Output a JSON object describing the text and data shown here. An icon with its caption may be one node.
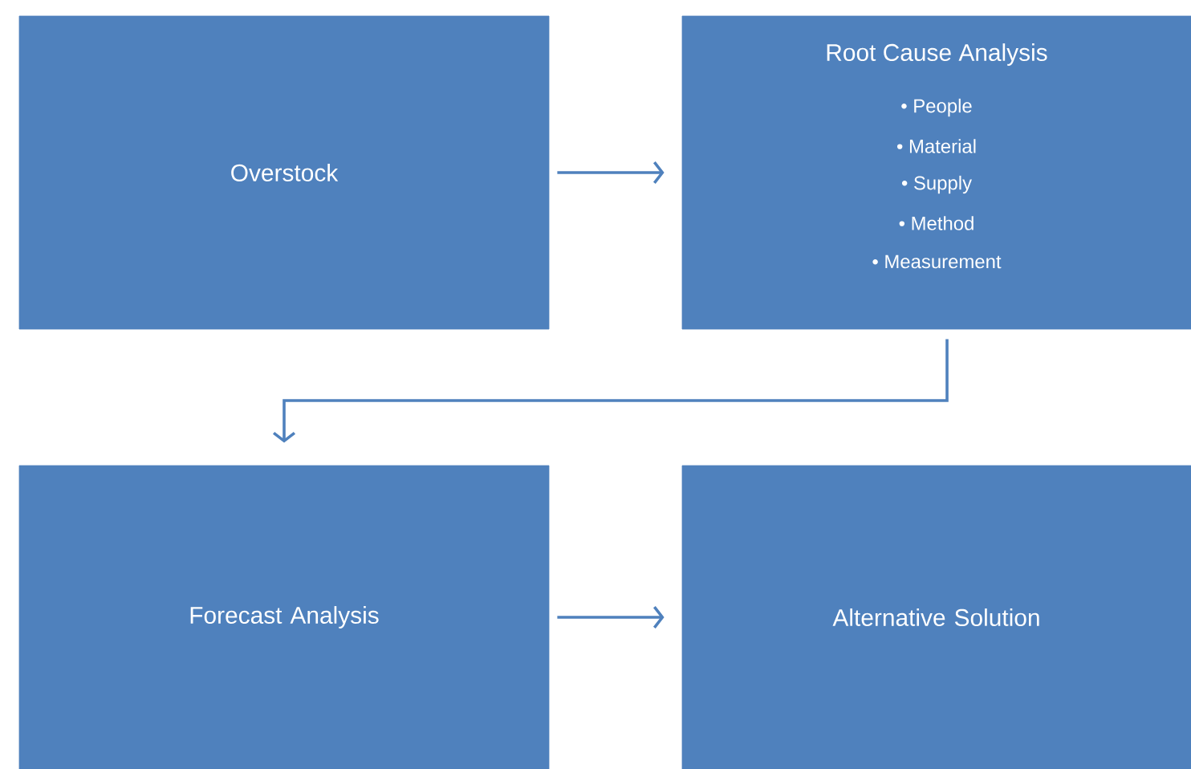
{
  "diagram": {
    "nodes": [
      {
        "text": [
          "Overstock"
        ]
      },
      {
        "text": [
          "Root Cause Analysis",
          "• People",
          "• Material",
          "• Supply",
          "• Method",
          "• Measurement"
        ]
      },
      {
        "text": [
          "Forecast Analysis"
        ]
      },
      {
        "text": [
          "Alternative Solution"
        ]
      }
    ],
    "edges": [
      {
        "from": 0,
        "to": 1,
        "arrow": "to"
      },
      {
        "from": 1,
        "to": 2,
        "arrow": "to"
      },
      {
        "from": 2,
        "to": 3,
        "arrow": "to"
      }
    ]
  }
}
